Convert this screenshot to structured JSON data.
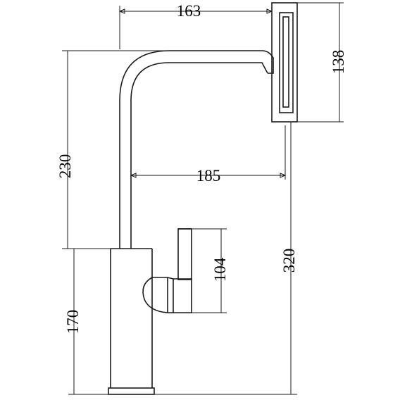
{
  "dimensions": {
    "spout_reach_top": "163",
    "spray_head_height": "138",
    "spout_height": "230",
    "spout_reach": "185",
    "handle_height": "104",
    "total_height": "320",
    "body_height": "170"
  }
}
